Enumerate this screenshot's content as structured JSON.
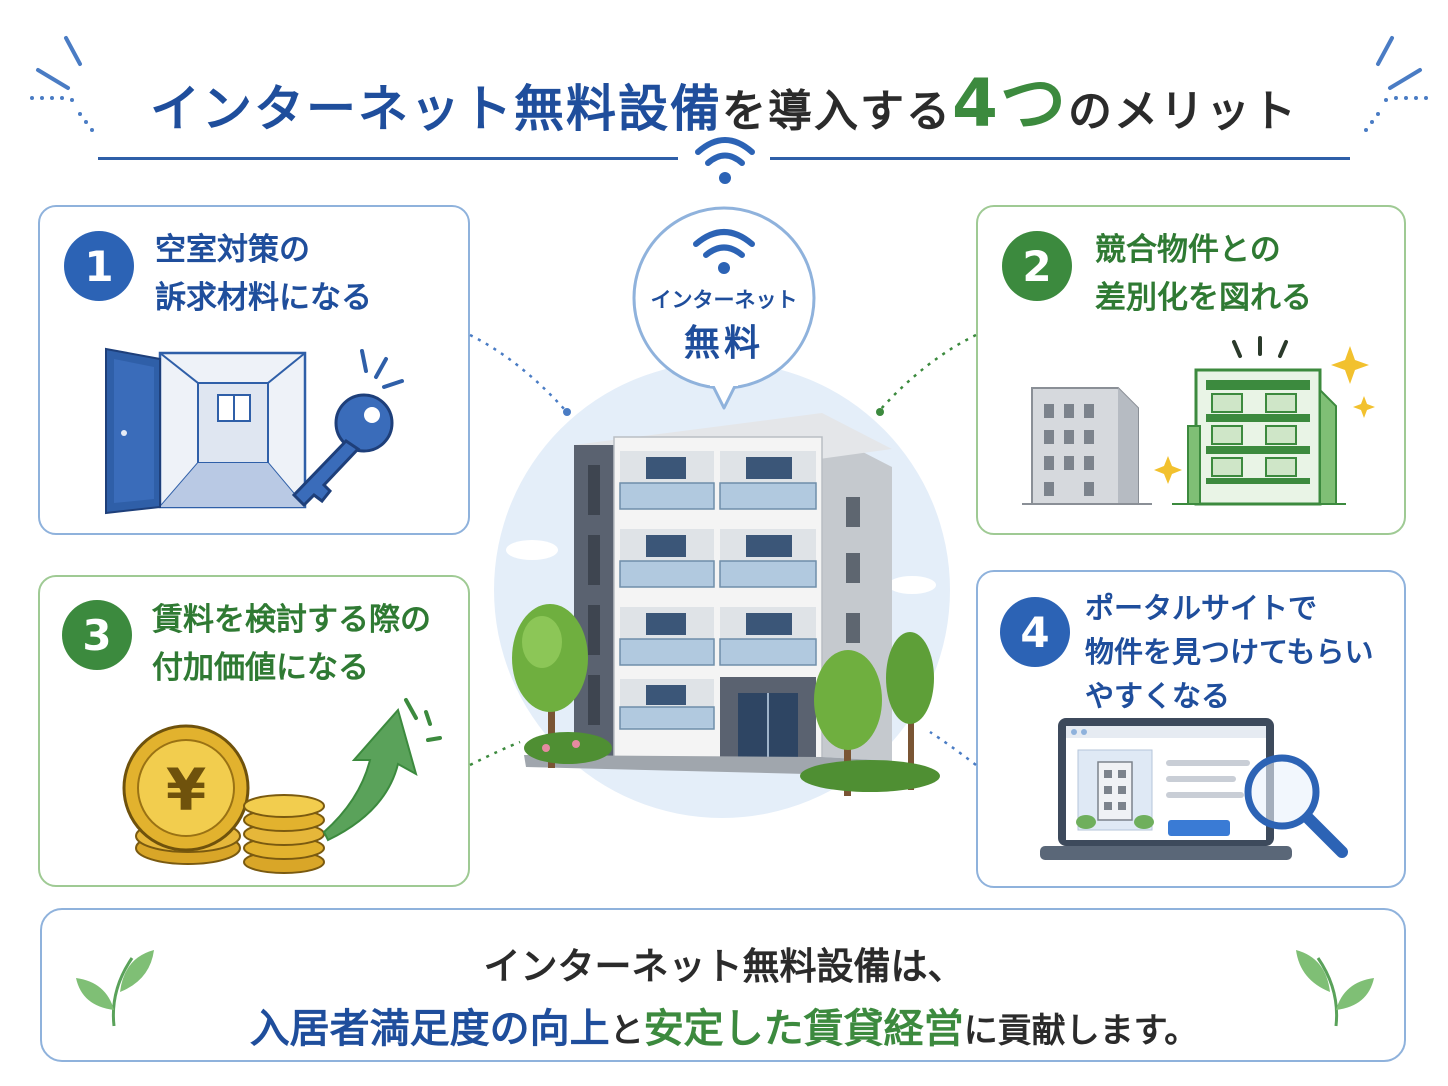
{
  "title": {
    "part1": "インターネット無料設備",
    "part2": "を導入する",
    "part3": "4つ",
    "part4": "のメリット"
  },
  "center": {
    "bubble_line1": "インターネット",
    "bubble_line2": "無料"
  },
  "cards": [
    {
      "number": "1",
      "line1": "空室対策の",
      "line2": "訴求材料になる",
      "line3": ""
    },
    {
      "number": "2",
      "line1": "競合物件との",
      "line2": "差別化を図れる",
      "line3": ""
    },
    {
      "number": "3",
      "line1": "賃料を検討する際の",
      "line2": "付加価値になる",
      "line3": ""
    },
    {
      "number": "4",
      "line1": "ポータルサイトで",
      "line2": "物件を見つけてもらい",
      "line3": "やすくなる"
    }
  ],
  "icons": {
    "card1": [
      "door-icon",
      "room-icon",
      "key-icon"
    ],
    "card2": [
      "gray-building-icon",
      "green-building-icon",
      "sparkle-icon"
    ],
    "card3": [
      "yen-coin-icon",
      "coin-stack-icon",
      "up-arrow-icon"
    ],
    "card4": [
      "laptop-icon",
      "magnifier-icon"
    ],
    "center": [
      "wifi-icon",
      "apartment-building-icon",
      "tree-icon"
    ]
  },
  "bottom": {
    "line1": "インターネット無料設備は、",
    "line2_a": "入居者満足度の向上",
    "line2_b": "と",
    "line2_c": "安定した賃貸経営",
    "line2_d": "に貢献します。"
  },
  "colors": {
    "blue": "#1f4e9c",
    "green": "#3c8a3e",
    "blue_border": "#8fb2dc",
    "green_border": "#9fca94"
  }
}
